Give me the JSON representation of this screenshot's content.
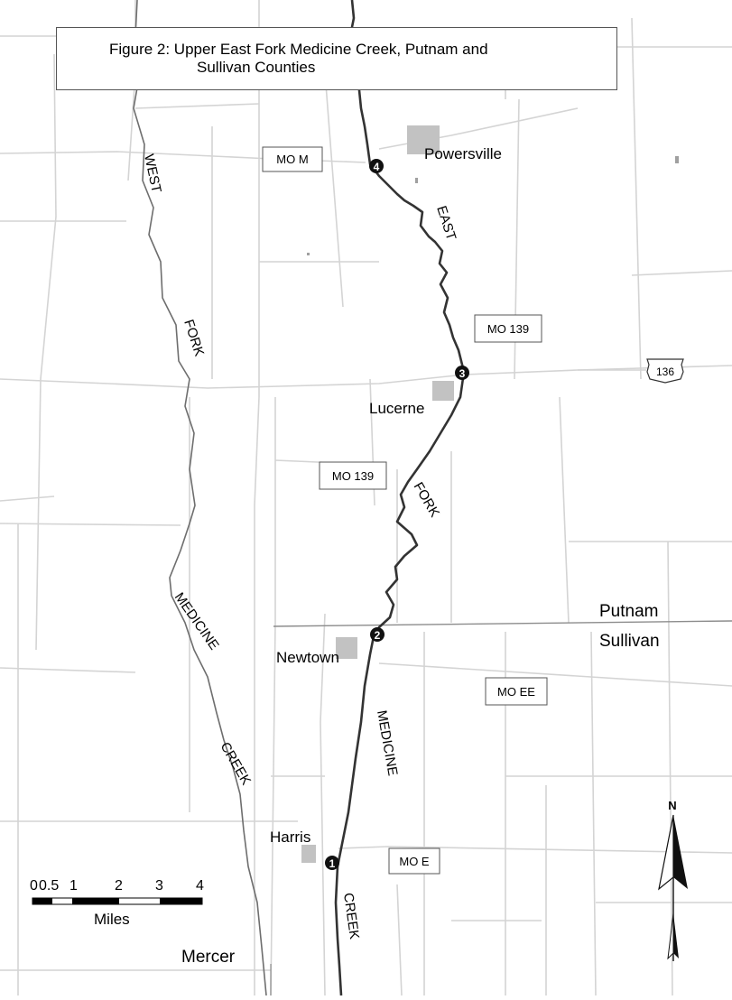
{
  "title": "Figure 2:  Upper East Fork Medicine Creek, Putnam and Sullivan Counties",
  "title_line1": "Figure 2:  Upper East Fork Medicine Creek, Putnam and",
  "title_line2": "Sullivan Counties",
  "towns": {
    "powersville": "Powersville",
    "lucerne": "Lucerne",
    "newtown": "Newtown",
    "harris": "Harris",
    "mercer": "Mercer"
  },
  "counties": {
    "north": "Putnam",
    "south": "Sullivan"
  },
  "road_labels": {
    "mo_m": "MO M",
    "mo_139_east": "MO 139",
    "mo_139_west": "MO 139",
    "mo_ee": "MO EE",
    "mo_e": "MO E",
    "us_136": "136"
  },
  "river_labels": {
    "west": "WEST",
    "fork_west": "FORK",
    "medicine_west": "MEDICINE",
    "creek_west": "CREEK",
    "east": "EAST",
    "fork_east": "FORK",
    "medicine_east": "MEDICINE",
    "creek_east": "CREEK"
  },
  "sites": [
    "1",
    "2",
    "3",
    "4"
  ],
  "scale_bar": {
    "ticks": [
      "0",
      "0.5",
      "1",
      "2",
      "3",
      "4"
    ],
    "unit": "Miles"
  },
  "north_arrow": "N",
  "colors": {
    "background": "#ffffff",
    "roads": "#d4d4d4",
    "county_line": "#8c8c8c",
    "east_fork": "#333333",
    "west_fork": "#6e6e6e",
    "town_area": "#c2c2c2"
  }
}
